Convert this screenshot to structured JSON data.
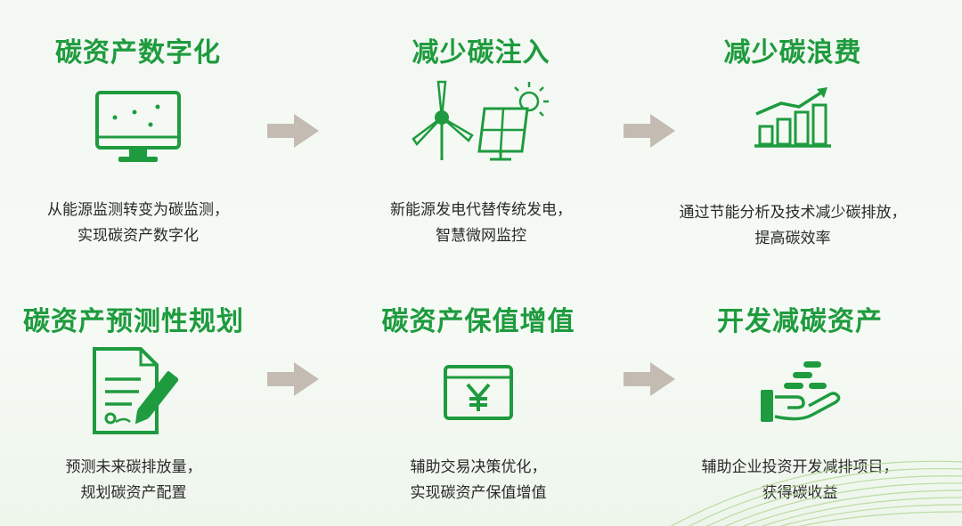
{
  "items": [
    {
      "title": "碳资产数字化",
      "desc": [
        "从能源监测转变为碳监测，",
        "实现碳资产数字化"
      ],
      "icon": "monitor-icon"
    },
    {
      "title": "减少碳注入",
      "desc": [
        "新能源发电代替传统发电，",
        "智慧微网监控"
      ],
      "icon": "wind-solar-icon"
    },
    {
      "title": "减少碳浪费",
      "desc": [
        "通过节能分析及技术减少碳排放，",
        "提高碳效率"
      ],
      "icon": "growth-chart-icon"
    },
    {
      "title": "碳资产预测性规划",
      "desc": [
        "预测未来碳排放量，",
        "规划碳资产配置"
      ],
      "icon": "document-pen-icon"
    },
    {
      "title": "碳资产保值增值",
      "desc": [
        "辅助交易决策优化，",
        "实现碳资产保值增值"
      ],
      "icon": "yuan-card-icon"
    },
    {
      "title": "开发减碳资产",
      "desc": [
        "辅助企业投资开发减排项目，",
        "获得碳收益"
      ],
      "icon": "hand-coins-icon"
    }
  ],
  "colors": {
    "green": "#1e9b3e",
    "arrow": "#c4bcb3",
    "text": "#2a2a2a"
  }
}
